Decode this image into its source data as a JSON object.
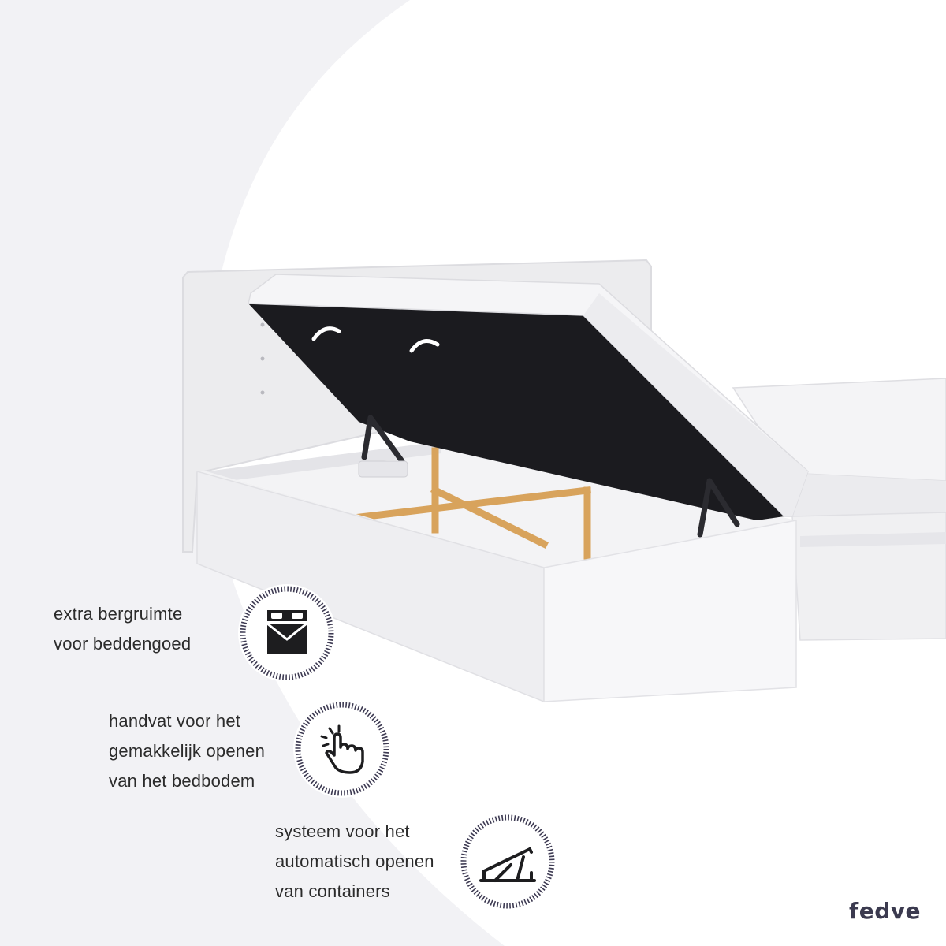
{
  "features": [
    {
      "lines": [
        "extra bergruimte",
        "voor beddengoed"
      ],
      "icon": "bedding-storage-icon"
    },
    {
      "lines": [
        "handvat voor het",
        "gemakkelijk openen",
        "van het bedbodem"
      ],
      "icon": "pointing-hand-icon"
    },
    {
      "lines": [
        "systeem voor het",
        "automatisch openen",
        "van containers"
      ],
      "icon": "lift-mechanism-icon"
    }
  ],
  "brand": "fedve",
  "colors": {
    "background_left": "#f2f2f5",
    "background_right": "#ffffff",
    "badge_ring": "#3d3a52",
    "brand": "#3b3a4f",
    "frame_wood": "#d8a35c",
    "platform_underside": "#1b1b1f"
  }
}
